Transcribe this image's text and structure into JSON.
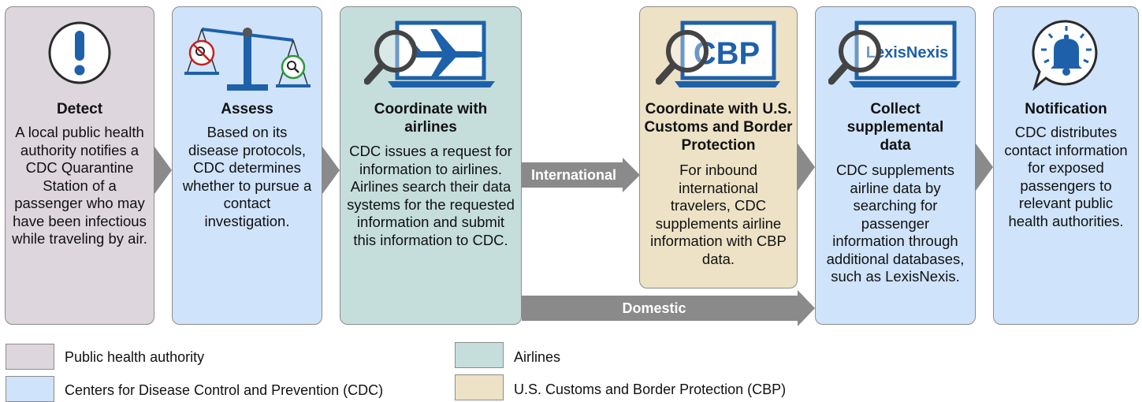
{
  "colors": {
    "public_health": "#ddd6dd",
    "cdc": "#cfe3fa",
    "airlines": "#c5dedc",
    "cbp": "#ede2c6",
    "arrow": "#8a8a8a",
    "icon_blue": "#1e61aa"
  },
  "steps": [
    {
      "title": "Detect",
      "desc": "A local public health authority notifies a CDC Quarantine Station of a passenger who may have been infectious while traveling by air.",
      "icon": "exclamation-icon"
    },
    {
      "title": "Assess",
      "desc": "Based on its disease protocols, CDC determines whether to pursue a contact investigation.",
      "icon": "scale-icon"
    },
    {
      "title": "Coordinate with airlines",
      "desc": "CDC issues a request for information to airlines. Airlines search their data systems for the requested information and submit this information to CDC.",
      "icon": "laptop-airplane-icon"
    },
    {
      "title": "Coordinate with U.S. Customs and Border Protection",
      "desc": "For inbound international travelers, CDC supplements airline information with CBP data.",
      "icon": "laptop-cbp-icon",
      "icon_text": "CBP"
    },
    {
      "title": "Collect supplemental data",
      "desc": "CDC supplements airline data by searching for passenger information through additional databases, such as LexisNexis.",
      "icon": "laptop-lexisnexis-icon",
      "icon_text": "LexisNexis"
    },
    {
      "title": "Notification",
      "desc": "CDC distributes contact information for exposed passengers to relevant public health authorities.",
      "icon": "bell-icon"
    }
  ],
  "arrows": {
    "international": "International",
    "domestic": "Domestic"
  },
  "legend": [
    {
      "label": "Public health authority",
      "color_key": "public_health"
    },
    {
      "label": "Centers for Disease Control and Prevention (CDC)",
      "color_key": "cdc"
    },
    {
      "label": "Airlines",
      "color_key": "airlines"
    },
    {
      "label": "U.S. Customs and Border Protection (CBP)",
      "color_key": "cbp"
    }
  ]
}
